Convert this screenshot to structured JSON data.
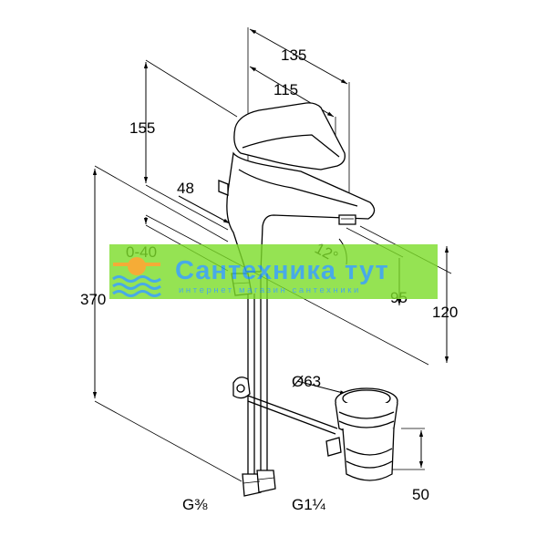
{
  "dimensions": {
    "d135": "135",
    "d115": "115",
    "d155": "155",
    "d48": "48",
    "d370": "370",
    "d0_40": "0-40",
    "d12": "12°",
    "d95": "95",
    "d120": "120",
    "d63": "Ø63",
    "d50": "50",
    "g38": "G⅜",
    "g114": "G1¼"
  },
  "watermark": {
    "title": "Сантехника тут",
    "subtitle": "интернет магазин сантехники",
    "colors": {
      "band": "#7ddc2a",
      "text": "#2f9fe4",
      "accent": "#f4a11c",
      "wave": "#2f9fe4"
    }
  }
}
